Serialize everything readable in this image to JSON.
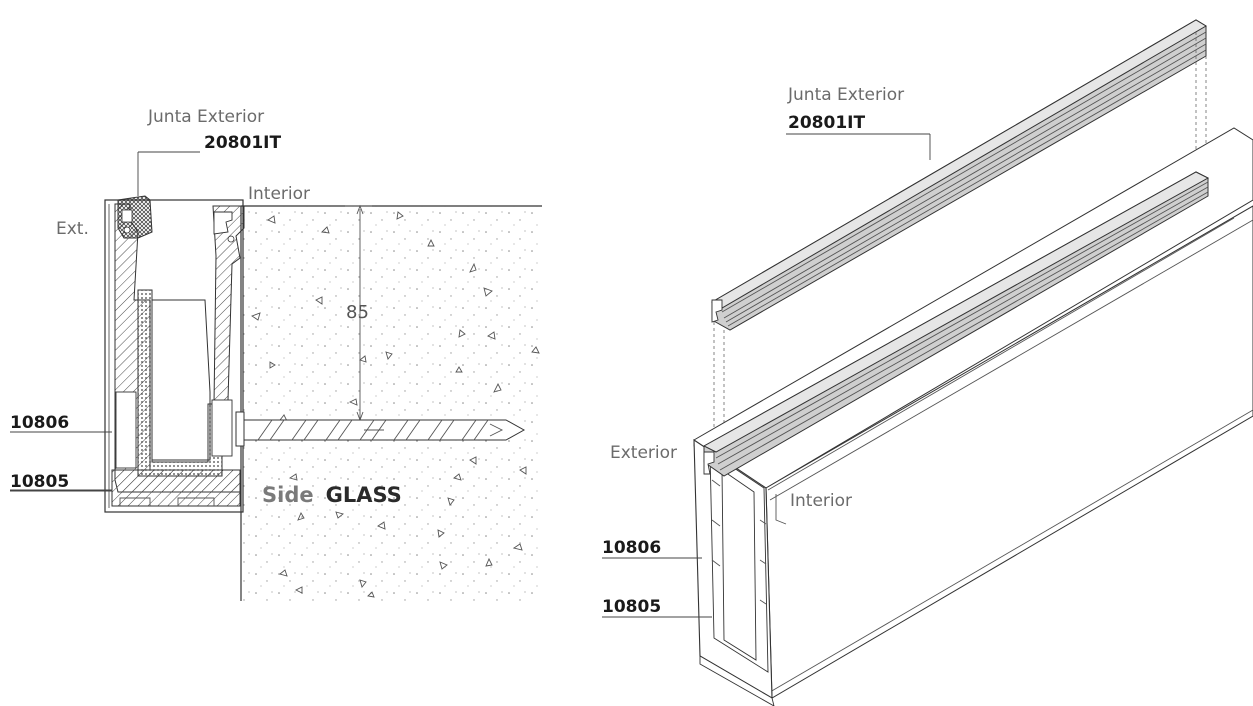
{
  "left_section": {
    "gasket_label": "Junta Exterior",
    "gasket_code": "20801IT",
    "exterior_label": "Ext.",
    "interior_label": "Interior",
    "dimension_value": "85",
    "code_top": "10806",
    "code_bottom": "10805",
    "side_prefix": "Side",
    "side_word": "GLASS"
  },
  "right_section": {
    "gasket_label": "Junta Exterior",
    "gasket_code": "20801IT",
    "exterior_label": "Exterior",
    "interior_label": "Interior",
    "code_top": "10806",
    "code_bottom": "10805"
  },
  "colors": {
    "line": "#333333",
    "label_gray": "#6b6b6b",
    "gasket_fill": "#cfcfcf",
    "hatch": "#4a4a4a"
  }
}
